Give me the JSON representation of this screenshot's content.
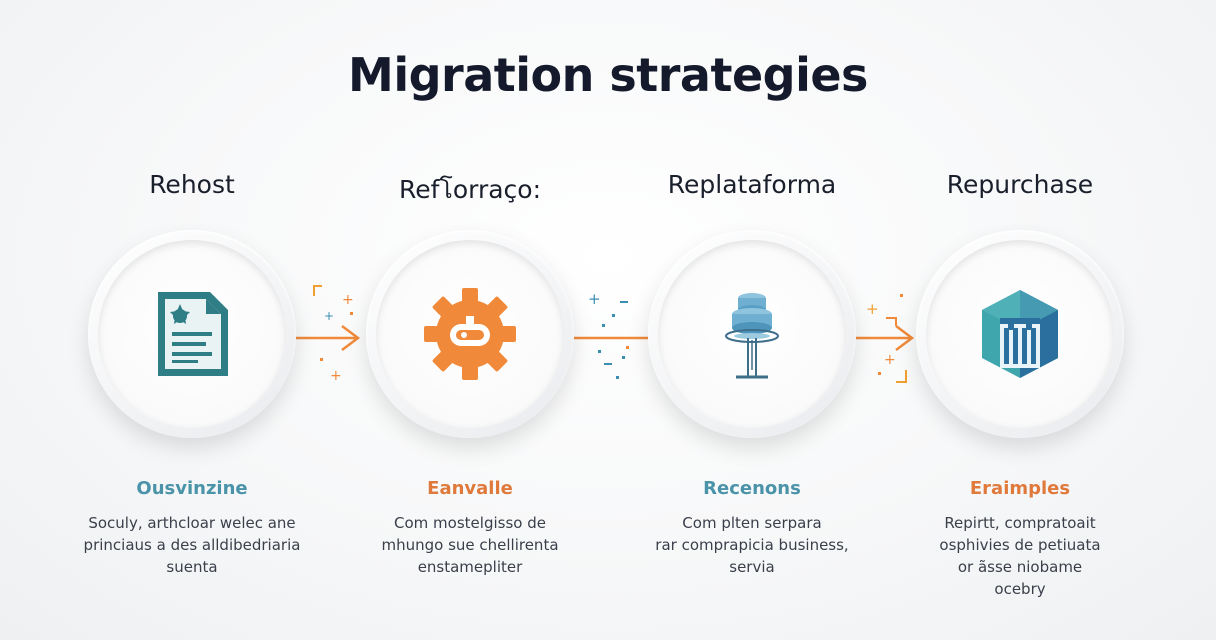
{
  "title": "Migration strategies",
  "colors": {
    "teal": "#2f7e86",
    "orange": "#f08a3a",
    "blue": "#3a8fb0",
    "subtitle_teal": "#4a93a8",
    "subtitle_orange": "#e07a3c"
  },
  "steps": [
    {
      "name": "Rehost",
      "icon": "document-icon",
      "subtitle": "Ousvinzine",
      "subtitle_color": "#4a93a8",
      "desc": [
        "Soculy, arthcloar welec ane",
        "princiaus a des alldibedriaria",
        "suenta"
      ]
    },
    {
      "name": "Refโorraço:",
      "icon": "gear-icon",
      "subtitle": "Eanvalle",
      "subtitle_color": "#e07a3c",
      "desc": [
        "Com mostelgisso de",
        "mhungo sue chellirenta",
        "enstamepliter"
      ]
    },
    {
      "name": "Replataforma",
      "icon": "database-stack-icon",
      "subtitle": "Recenons",
      "subtitle_color": "#4a93a8",
      "desc": [
        "Com plten serpara",
        "rar comprapicia business,",
        "servia"
      ]
    },
    {
      "name": "Repurchase",
      "icon": "building-hexagon-icon",
      "subtitle": "Eraimples",
      "subtitle_color": "#e07a3c",
      "desc": [
        "Repirtt, compratoait",
        "osphivies de petiuata",
        "or ãsse niobame",
        "ocebry"
      ]
    }
  ]
}
